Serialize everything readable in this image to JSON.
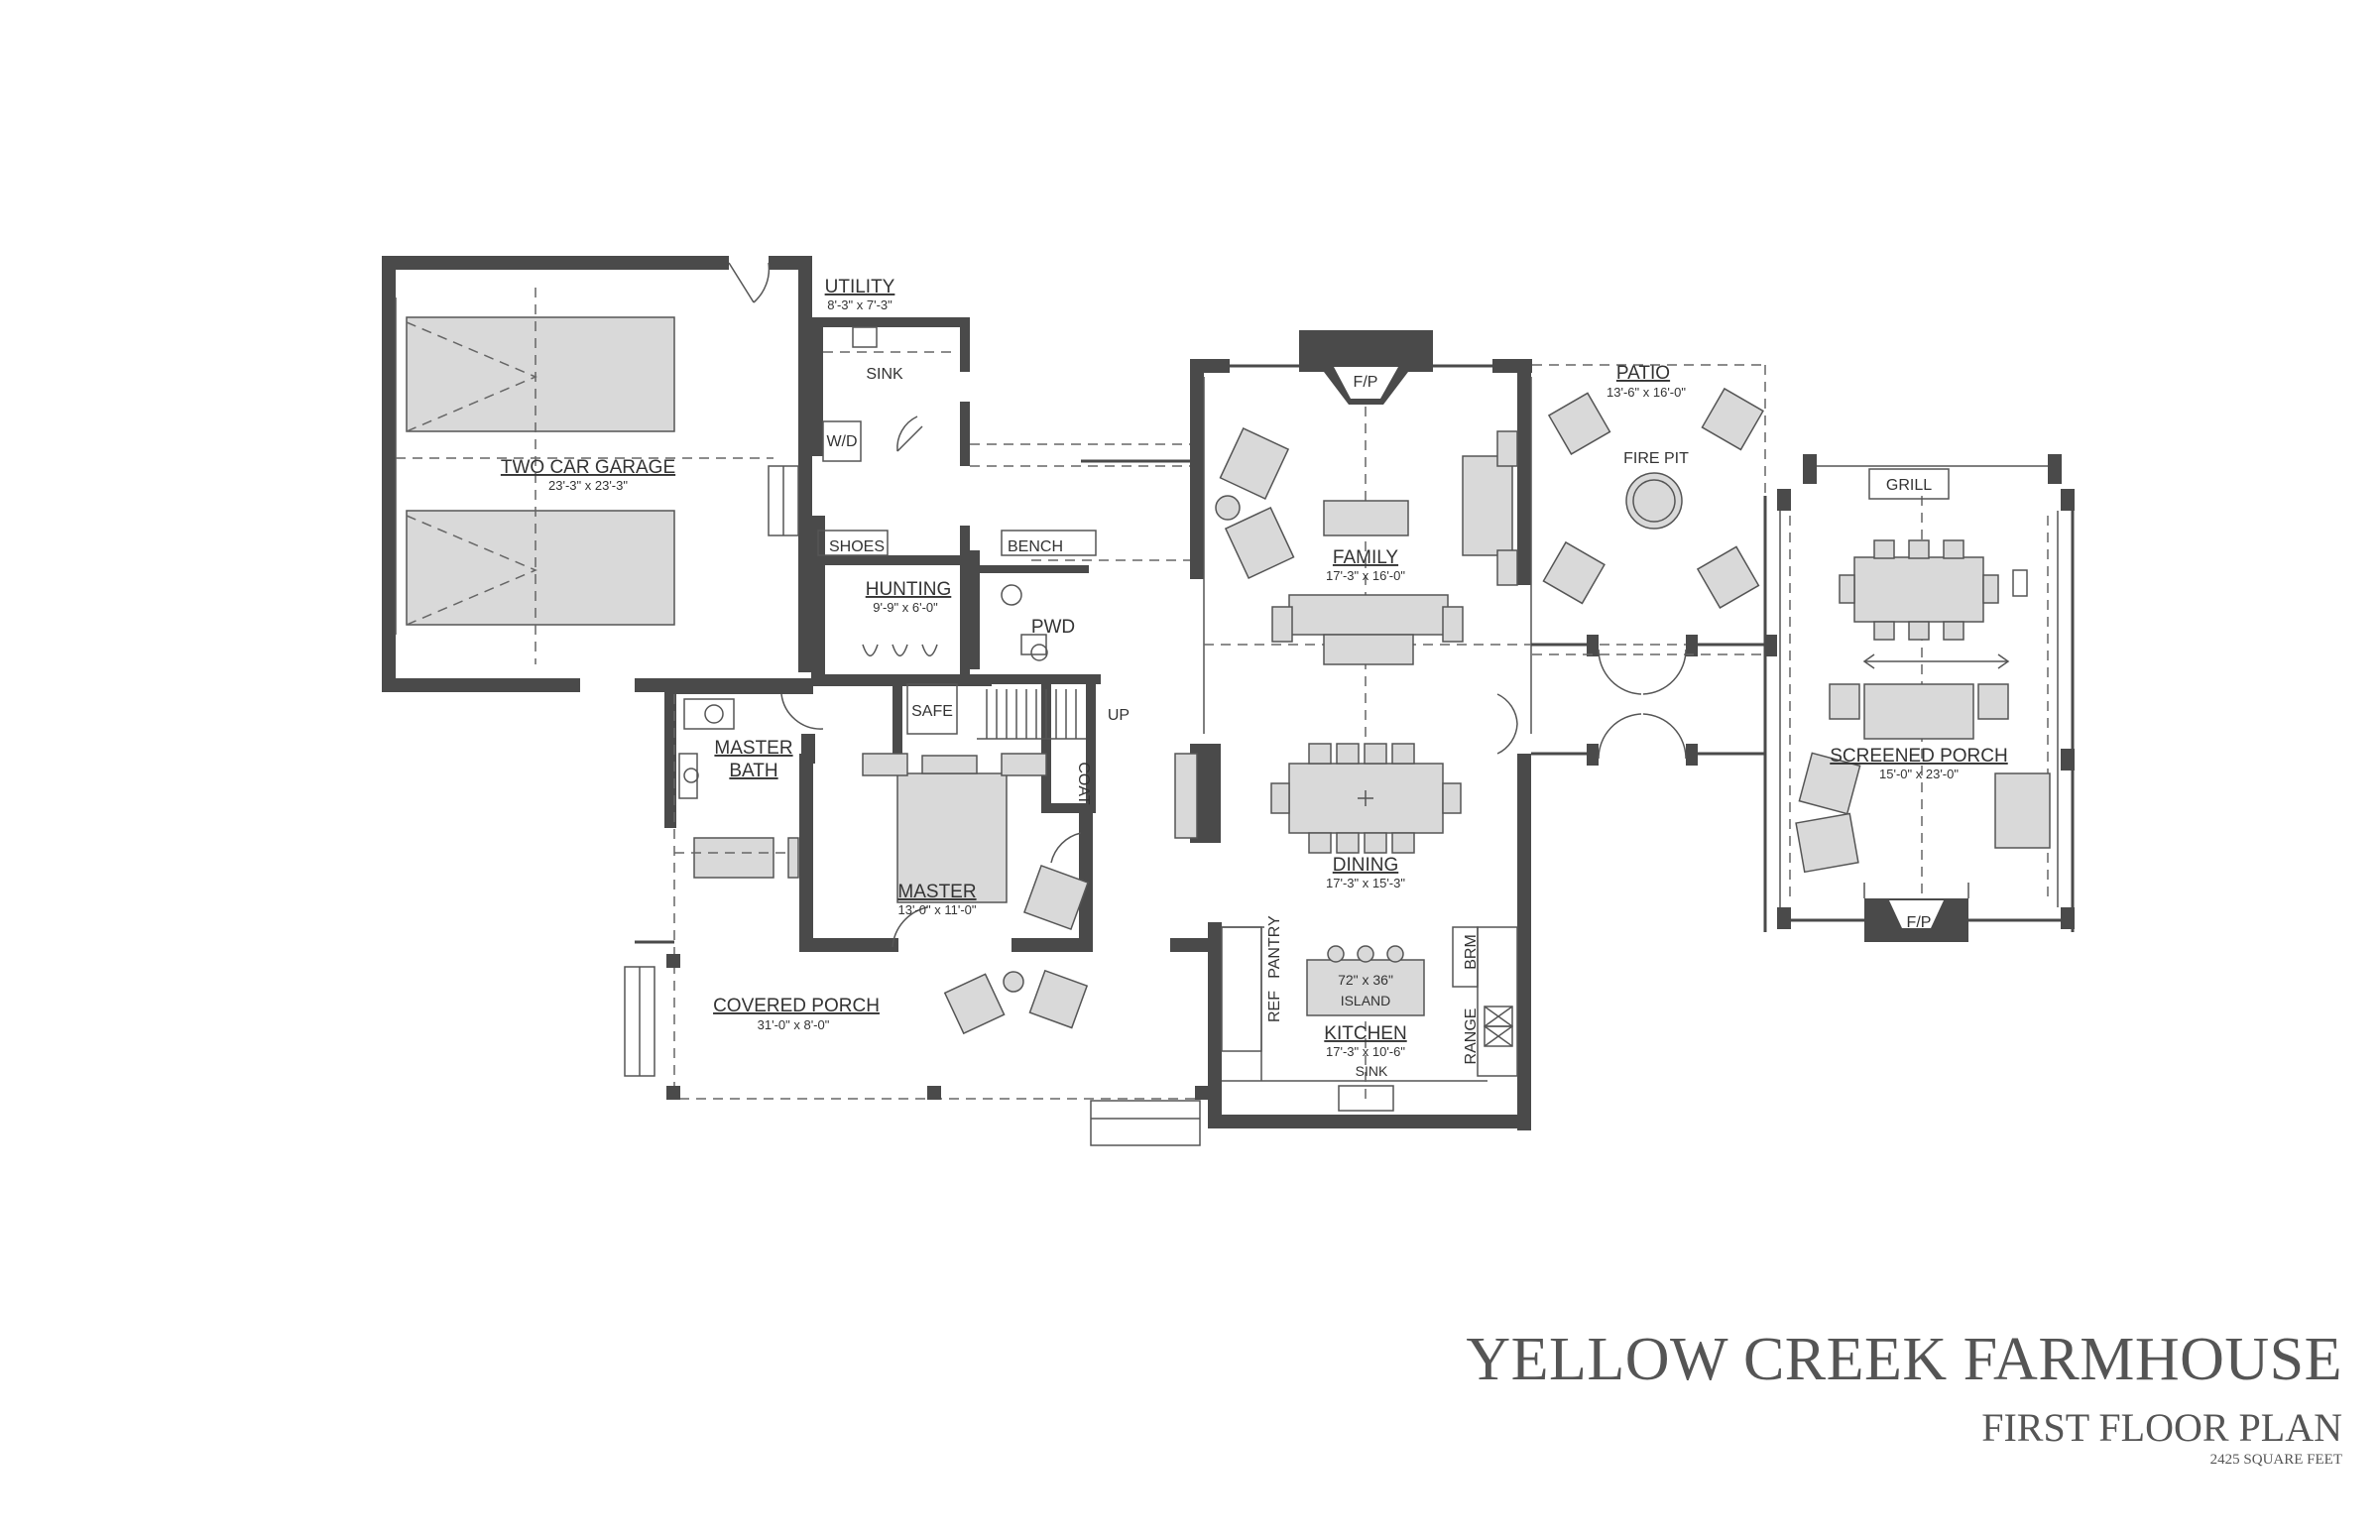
{
  "rooms": {
    "garage": {
      "name": "TWO CAR GARAGE",
      "dim": "23'-3\" x 23'-3\""
    },
    "utility": {
      "name": "UTILITY",
      "dim": "8'-3\" x 7'-3\""
    },
    "hunting": {
      "name": "HUNTING",
      "dim": "9'-9\" x 6'-0\""
    },
    "master_bath": {
      "name_line1": "MASTER",
      "name_line2": "BATH"
    },
    "master": {
      "name": "MASTER",
      "dim": "13'-0\" x 11'-0\""
    },
    "covered_porch": {
      "name": "COVERED PORCH",
      "dim": "31'-0\" x 8'-0\""
    },
    "family": {
      "name": "FAMILY",
      "dim": "17'-3\" x 16'-0\""
    },
    "dining": {
      "name": "DINING",
      "dim": "17'-3\" x 15'-3\""
    },
    "kitchen": {
      "name": "KITCHEN",
      "dim": "17'-3\" x 10'-6\""
    },
    "patio": {
      "name": "PATIO",
      "dim": "13'-6\" x 16'-0\""
    },
    "screened_porch": {
      "name": "SCREENED PORCH",
      "dim": "15'-0\" x 23'-0\""
    }
  },
  "labels": {
    "sink": "SINK",
    "wd": "W/D",
    "shoes": "SHOES",
    "bench": "BENCH",
    "pwd": "PWD",
    "safe": "SAFE",
    "up": "UP",
    "coat": "COAT",
    "fp": "F/P",
    "fire_pit": "FIRE PIT",
    "grill": "GRILL",
    "island_size": "72\" x 36\"",
    "island": "ISLAND",
    "kitchen_sink": "SINK",
    "ref": "REF",
    "pantry": "PANTRY",
    "brm": "BRM",
    "range": "RANGE"
  },
  "title": {
    "project": "YELLOW CREEK FARMHOUSE",
    "sheet": "FIRST FLOOR PLAN",
    "area": "2425 SQUARE FEET"
  }
}
